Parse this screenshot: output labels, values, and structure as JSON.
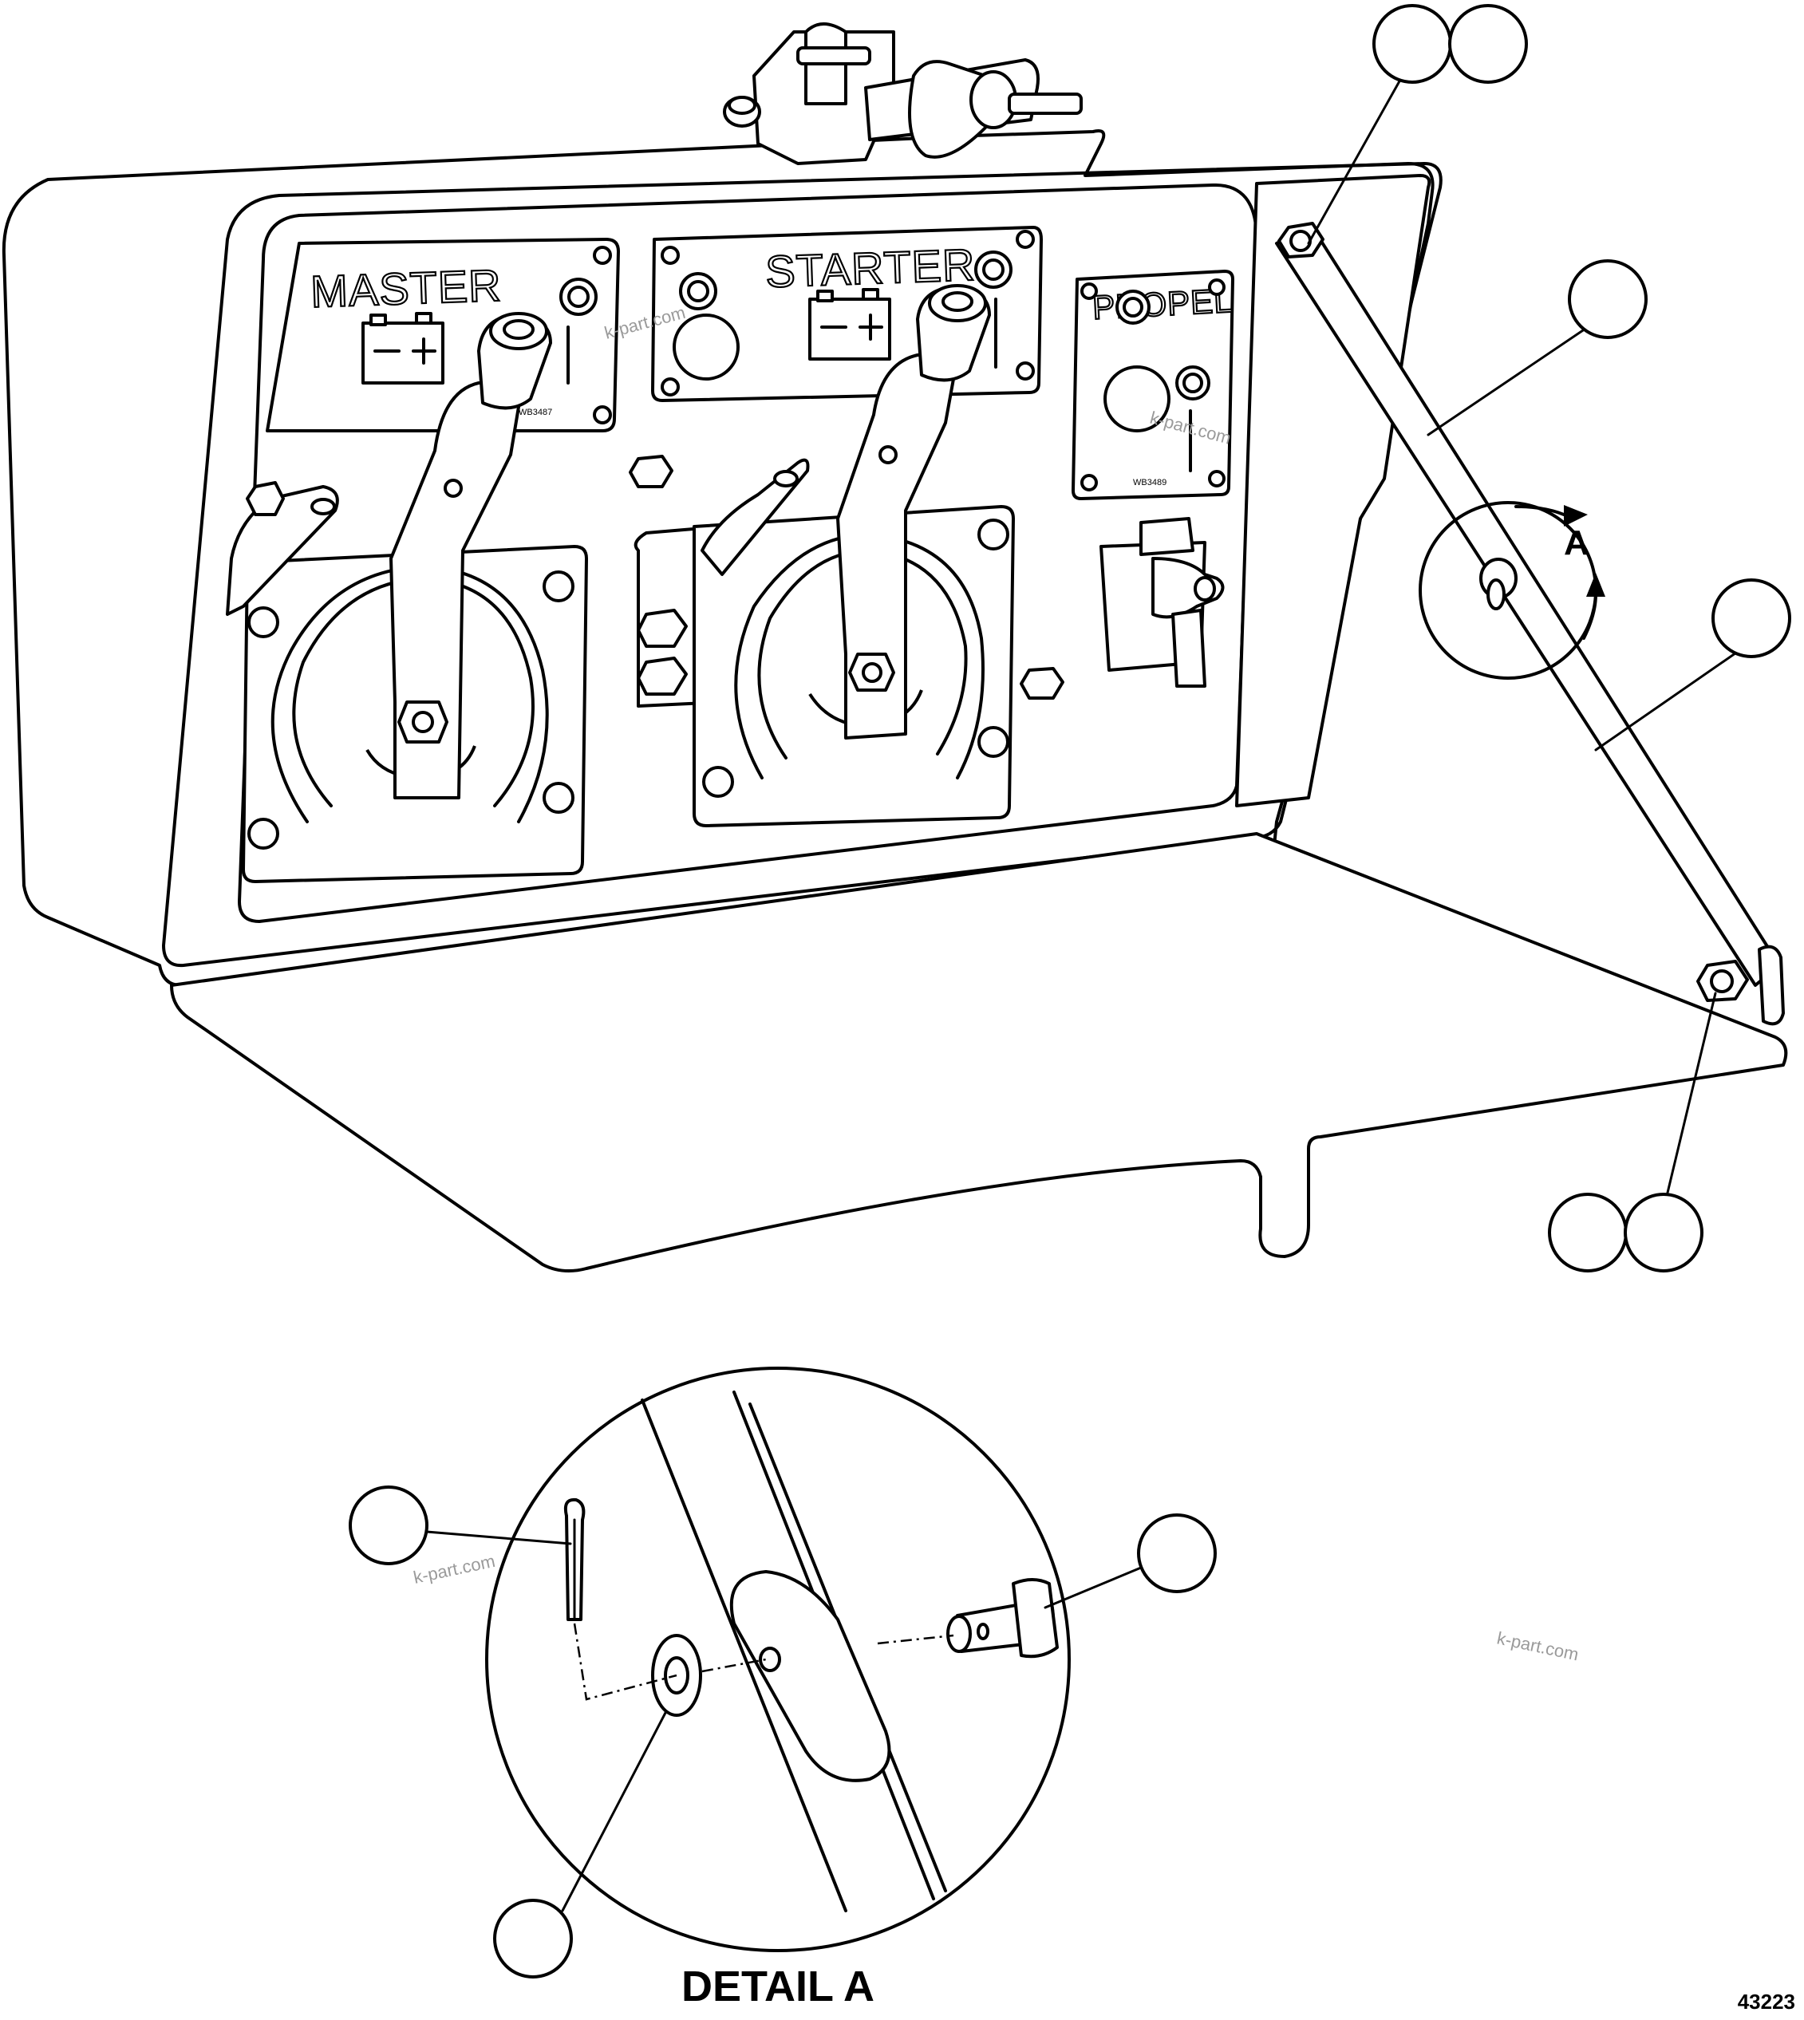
{
  "figure": {
    "figure_number": "43223",
    "detail_title": "DETAIL A",
    "detail_callout_letter": "A",
    "watermark": "k-part.com"
  },
  "panel_labels": {
    "master": "MASTER",
    "starter": "STARTER",
    "propel": "PROPEL"
  },
  "plate_codes": {
    "master_code": "WB3487",
    "propel_code": "WB3489"
  },
  "colors": {
    "line": "#000000",
    "background": "#ffffff",
    "watermark": "#9a9a9a"
  }
}
